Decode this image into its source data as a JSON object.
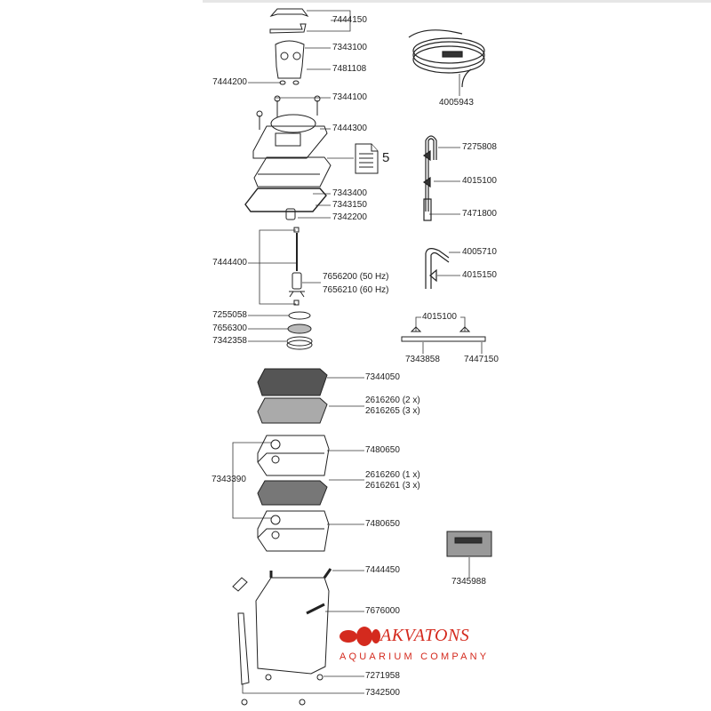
{
  "parts": {
    "p7444150": "7444150",
    "p7343100": "7343100",
    "p7481108": "7481108",
    "p7444200": "7444200",
    "p7344100": "7344100",
    "p7444300": "7444300",
    "doc_count": "5",
    "p7343400": "7343400",
    "p7343150": "7343150",
    "p7342200": "7342200",
    "p7444400": "7444400",
    "p7656200": "7656200 (50 Hz)",
    "p7656210": "7656210 (60 Hz)",
    "p7255058": "7255058",
    "p7656300": "7656300",
    "p7342358": "7342358",
    "p4005943": "4005943",
    "p7275808": "7275808",
    "p4015100a": "4015100",
    "p7471800": "7471800",
    "p4005710": "4005710",
    "p4015150": "4015150",
    "p4015100b": "4015100",
    "p7343858": "7343858",
    "p7447150": "7447150",
    "p7344050": "7344050",
    "p2616260_2x": "2616260 (2 x)",
    "p2616265_3x": "2616265 (3 x)",
    "p7480650a": "7480650",
    "p7343390": "7343390",
    "p2616260_1x": "2616260 (1 x)",
    "p2616261_3x": "2616261 (3 x)",
    "p7480650b": "7480650",
    "p7345988": "7345988",
    "p7444450": "7444450",
    "p7676000": "7676000",
    "p7271958": "7271958",
    "p7342500": "7342500"
  },
  "logo": {
    "name": "AKVATONS",
    "tagline": "AQUARIUM COMPANY",
    "color": "#d42a1e"
  },
  "icons": {
    "document": "document-icon"
  }
}
